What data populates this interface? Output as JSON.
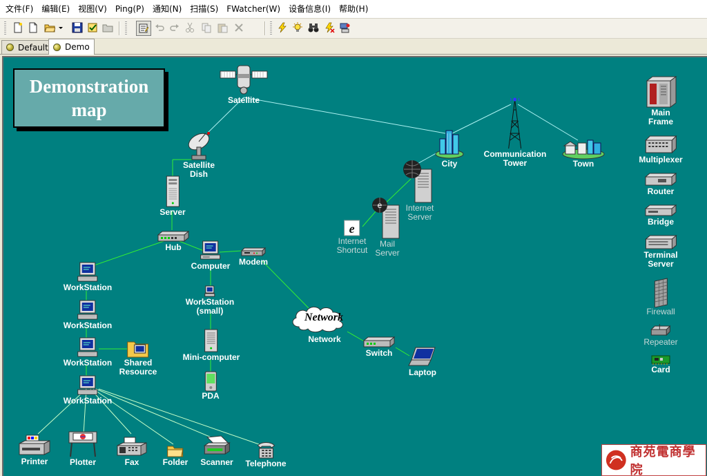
{
  "menu": [
    "文件(F)",
    "编辑(E)",
    "视图(V)",
    "Ping(P)",
    "通知(N)",
    "扫描(S)",
    "FWatcher(W)",
    "设备信息(I)",
    "帮助(H)"
  ],
  "tabs": [
    {
      "label": "Default",
      "active": false
    },
    {
      "label": "Demo",
      "active": true
    }
  ],
  "toolbar_icons": [
    "new-map-icon",
    "new-icon",
    "open-icon",
    "dropdown-arrow-icon",
    "save-icon",
    "checklist-icon",
    "folder-icon",
    "edit-mode-icon",
    "undo-icon",
    "redo-icon",
    "cut-icon",
    "copy-icon",
    "paste-icon",
    "delete-icon",
    "lightning-icon",
    "alert-bulb-icon",
    "binoculars-icon",
    "flash-scan-icon",
    "device-config-icon"
  ],
  "map": {
    "title_line1": "Demonstration",
    "title_line2": "map",
    "background": "#008080",
    "link_color_green": "#33ff33",
    "link_color_cyan": "#aef2f2",
    "network_cloud_text": "Network",
    "nodes": {
      "satellite": "Satellite",
      "satellite_dish": "Satellite\nDish",
      "server": "Server",
      "hub": "Hub",
      "computer": "Computer",
      "modem": "Modem",
      "workstation_1": "WorkStation",
      "workstation_2": "WorkStation",
      "workstation_3": "WorkStation",
      "workstation_4": "WorkStation",
      "shared_resource": "Shared\nResource",
      "workstation_small": "WorkStation\n(small)",
      "mini_computer": "Mini-computer",
      "pda": "PDA",
      "network": "Network",
      "switch": "Switch",
      "laptop": "Laptop",
      "printer": "Printer",
      "plotter": "Plotter",
      "fax": "Fax",
      "folder": "Folder",
      "scanner": "Scanner",
      "telephone": "Telephone",
      "city": "City",
      "communication_tower": "Communication\nTower",
      "town": "Town",
      "internet_server": "Internet\nServer",
      "mail_server": "Mail\nServer",
      "internet_shortcut": "Internet\nShortcut",
      "main_frame": "Main\nFrame",
      "multiplexer": "Multiplexer",
      "router": "Router",
      "bridge": "Bridge",
      "terminal_server": "Terminal\nServer",
      "firewall": "Firewall",
      "repeater": "Repeater",
      "card": "Card"
    }
  },
  "watermark_text": "商苑電商學院"
}
